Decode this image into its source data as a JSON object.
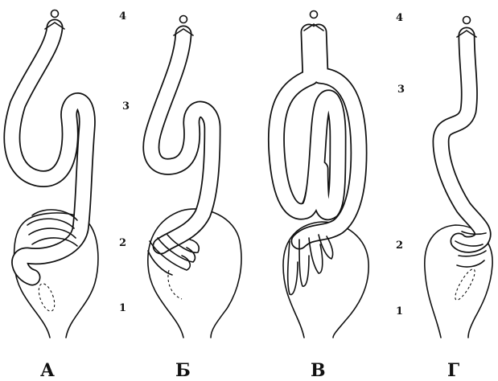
{
  "panels": [
    {
      "letter": "А",
      "levels": [
        "4",
        "3",
        "2",
        "1"
      ]
    },
    {
      "letter": "Б",
      "levels": []
    },
    {
      "letter": "В",
      "levels": []
    },
    {
      "letter": "Г",
      "levels": [
        "4",
        "3",
        "2",
        "1"
      ]
    }
  ],
  "colors": {
    "ink": "#111111",
    "background": "#ffffff"
  }
}
